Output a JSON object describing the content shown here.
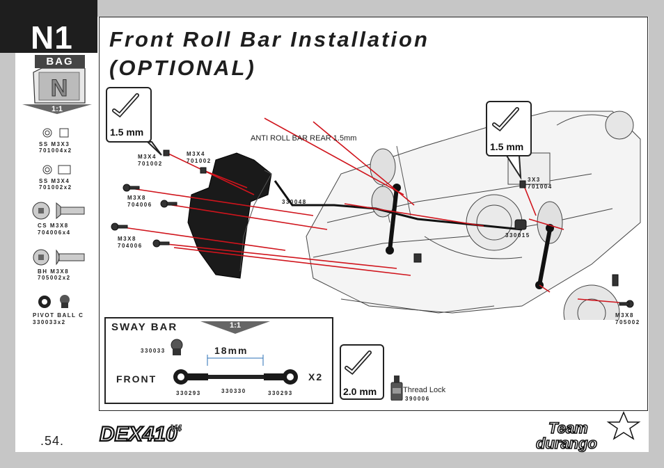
{
  "step": {
    "code": "N1",
    "bag_label": "BAG",
    "bag_letter": "N",
    "scale": "1:1"
  },
  "title": {
    "line1": "Front Roll Bar Installation",
    "line2": "(OPTIONAL)"
  },
  "parts_list": [
    {
      "name": "SS M3X3",
      "code": "701004x2"
    },
    {
      "name": "SS M3X4",
      "code": "701002x2"
    },
    {
      "name": "CS M3X8",
      "code": "704006x4"
    },
    {
      "name": "BH M3X8",
      "code": "705002x2"
    },
    {
      "name": "PIVOT BALL C",
      "code": "330033x2"
    }
  ],
  "callouts": {
    "m3x4_a": {
      "name": "M3X4",
      "code": "701002"
    },
    "m3x4_b": {
      "name": "M3X4",
      "code": "701002"
    },
    "m3x8_a": {
      "name": "M3X8",
      "code": "704006"
    },
    "m3x8_b": {
      "name": "M3X8",
      "code": "704006"
    },
    "part_330048": "330048",
    "part_330015": "330015",
    "ss3x3": {
      "name": "3X3",
      "code": "701004"
    },
    "m3x8_c": {
      "name": "M3X8",
      "code": "705002"
    },
    "anti_roll": "ANTI ROLL BAR REAR 1.5mm"
  },
  "tools": {
    "hex1": "1.5 mm",
    "hex2": "1.5 mm",
    "hex3": "2.0 mm"
  },
  "sway_bar": {
    "title": "SWAY BAR",
    "scale": "1:1",
    "part_top": "330033",
    "dimension": "18mm",
    "front": "FRONT",
    "qty": "X2",
    "parts": [
      "330293",
      "330330",
      "330293"
    ]
  },
  "thread_lock": {
    "label": "Thread Lock",
    "code": "390006"
  },
  "footer": {
    "page": ".54.",
    "model": "DEX410",
    "version": "V4",
    "brand_line1": "Team",
    "brand_line2": "durango"
  }
}
